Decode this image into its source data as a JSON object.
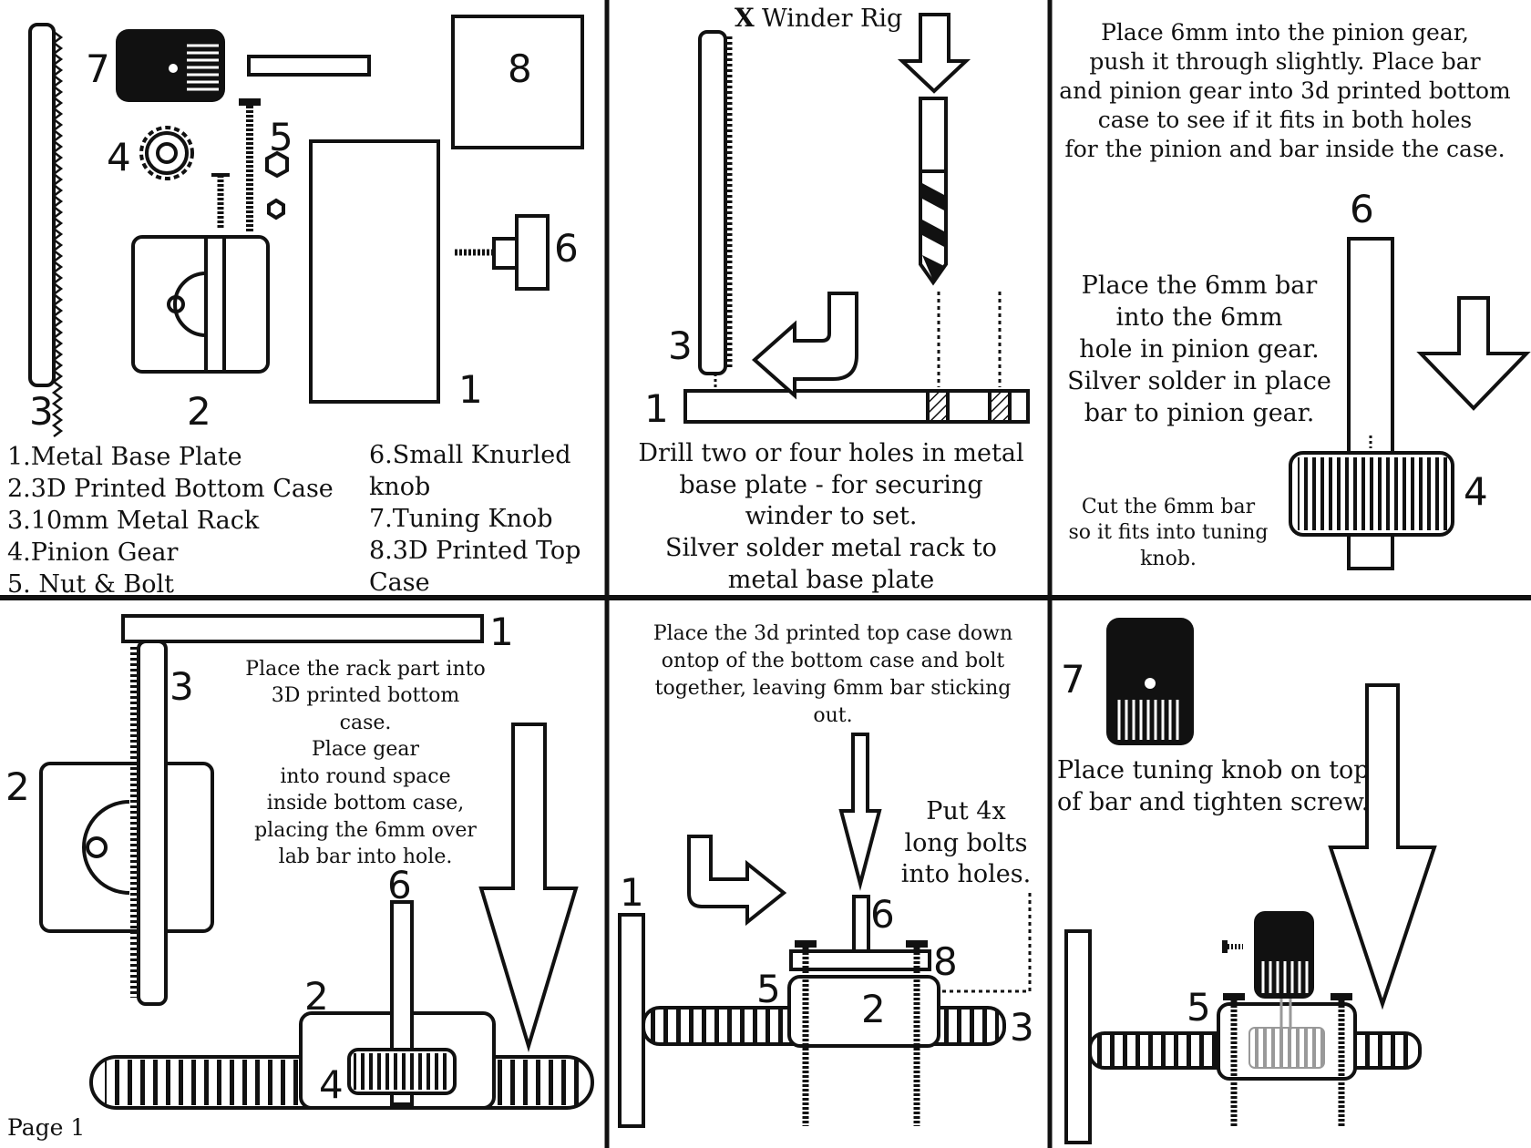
{
  "panel1": {
    "labels": {
      "n1": "1",
      "n2": "2",
      "n3": "3",
      "n4": "4",
      "n5": "5",
      "n6": "6",
      "n7": "7",
      "n8": "8"
    },
    "parts_left": [
      "1.Metal Base Plate",
      "2.3D Printed Bottom Case",
      "3.10mm Metal Rack",
      "4.Pinion Gear",
      "5. Nut & Bolt"
    ],
    "parts_right": [
      "6.Small Knurled",
      "knob",
      "7.Tuning Knob",
      "8.3D Printed Top",
      "Case"
    ]
  },
  "panel2": {
    "title_mark": "X",
    "title": "Winder Rig",
    "labels": {
      "n3": "3",
      "n1": "1"
    },
    "caption": [
      "Drill two or four holes in metal",
      "base plate - for securing",
      "winder to set.",
      "Silver solder metal rack to",
      "metal base plate"
    ]
  },
  "panel3": {
    "top_text": [
      "Place 6mm into the pinion gear,",
      "push it through slightly. Place bar",
      "and pinion gear into 3d printed bottom",
      "case to see if it fits in both holes",
      "for the pinion and bar inside the case."
    ],
    "mid_text": [
      "Place the 6mm bar",
      "into the 6mm",
      "hole in pinion gear.",
      "Silver solder in place",
      "bar to pinion gear."
    ],
    "note": [
      "Cut the 6mm bar",
      "so it fits into tuning",
      "knob."
    ],
    "labels": {
      "n6": "6",
      "n4": "4"
    }
  },
  "panel4": {
    "text": [
      "Place the rack part into",
      "3D printed bottom",
      "case.",
      "Place gear",
      "into round space",
      "inside bottom case,",
      "placing the 6mm over",
      "lab bar into hole."
    ],
    "labels": {
      "n1": "1",
      "n3": "3",
      "n2a": "2",
      "n6": "6",
      "n2b": "2",
      "n4": "4"
    },
    "page": "Page 1"
  },
  "panel5": {
    "text": [
      "Place the 3d printed top case down",
      "ontop of the bottom case and bolt",
      "together, leaving 6mm bar sticking",
      "out."
    ],
    "bolts_text": [
      "Put 4x",
      "long bolts",
      "into holes."
    ],
    "labels": {
      "n1": "1",
      "n6": "6",
      "n8": "8",
      "n5": "5",
      "n2": "2",
      "n3": "3"
    }
  },
  "panel6": {
    "text": [
      "Place tuning knob on top",
      "of bar and tighten screw."
    ],
    "labels": {
      "n7": "7",
      "n5": "5"
    }
  }
}
